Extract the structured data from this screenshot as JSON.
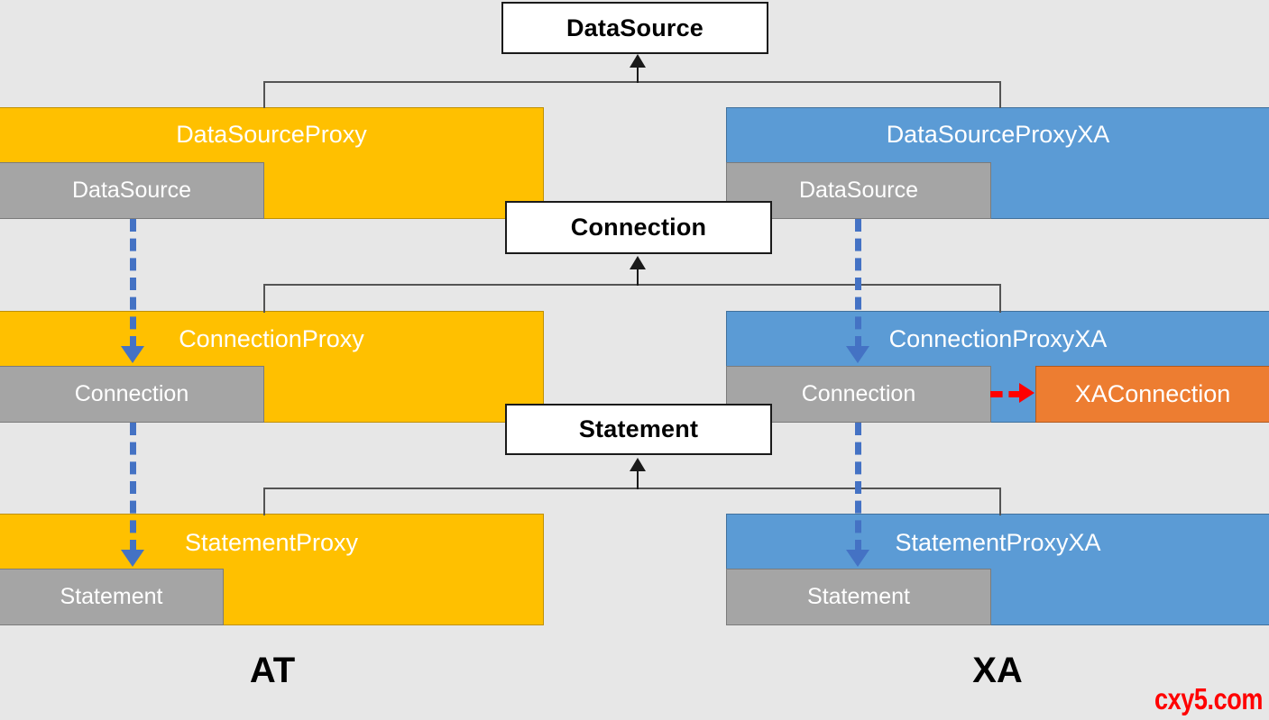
{
  "diagram": {
    "background_color": "#E7E7E7",
    "interfaces": [
      {
        "id": "datasource",
        "label": "DataSource"
      },
      {
        "id": "connection",
        "label": "Connection"
      },
      {
        "id": "statement",
        "label": "Statement"
      }
    ],
    "at_column": {
      "group_label": "AT",
      "color": "#FFC000",
      "boxes": [
        {
          "title": "DataSourceProxy",
          "member": "DataSource"
        },
        {
          "title": "ConnectionProxy",
          "member": "Connection"
        },
        {
          "title": "StatementProxy",
          "member": "Statement"
        }
      ]
    },
    "xa_column": {
      "group_label": "XA",
      "color": "#5B9BD5",
      "boxes": [
        {
          "title": "DataSourceProxyXA",
          "member": "DataSource"
        },
        {
          "title": "ConnectionProxyXA",
          "member": "Connection"
        },
        {
          "title": "StatementProxyXA",
          "member": "Statement"
        }
      ]
    },
    "extra": {
      "xa_connection_label": "XAConnection",
      "xa_connection_color": "#ED7D31"
    },
    "member_color": "#A5A5A5",
    "dependency_arrow_color": "#4472C4",
    "association_arrow_color": "#FF0000",
    "generalization_color": "#545454"
  },
  "watermark": {
    "text": "cxy5.com",
    "color": "#FF0000"
  }
}
